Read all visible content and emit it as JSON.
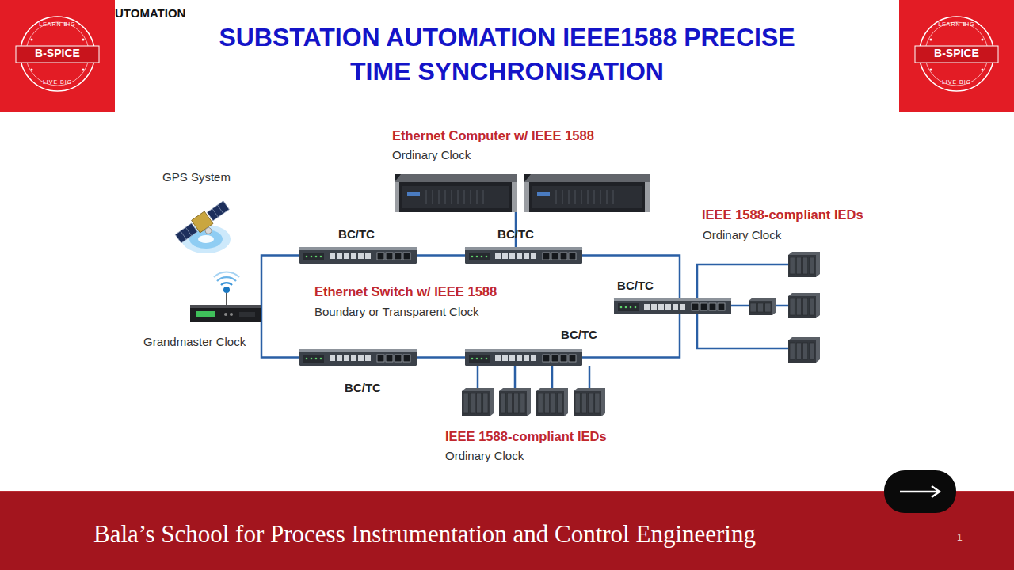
{
  "diagram": {
    "title": "SUBSTATION AUTOMATION IEEE1588 PRECISE TIME SYNCHRONISATION",
    "nodes": [
      {
        "text": [
          "LEARN BIG",
          "B-SPICE",
          "LIVE BIG"
        ]
      },
      {
        "text": [
          "LEARN BIG",
          "B-SPICE",
          "LIVE BIG"
        ]
      },
      {
        "text": [
          "GPS System"
        ]
      },
      {
        "text": [
          "Ethernet Computer w/ IEEE 1588",
          "Ordinary Clock"
        ]
      },
      {
        "text": [
          "BC/TC"
        ]
      },
      {
        "text": [
          "BC/TC"
        ]
      },
      {
        "text": [
          "IEEE 1588-compliant IEDs",
          "Ordinary Clock"
        ]
      },
      {
        "text": [
          "BC/TC"
        ]
      },
      {
        "text": [
          "Grandmaster Clock"
        ]
      },
      {
        "text": [
          "BC/TC"
        ]
      },
      {
        "text": [
          "BC/TC"
        ]
      },
      {
        "text": [
          "IEEE 1588-compliant IEDs",
          "Ordinary Clock"
        ]
      },
      {
        "text": [
          "Bala’s School for Process Instrumentation and Control Engineering",
          "1"
        ]
      }
    ],
    "edges": [
      {
        "from": 8,
        "to": 4,
        "arrow": "none"
      },
      {
        "from": 8,
        "to": 10,
        "arrow": "none"
      },
      {
        "from": 4,
        "to": 5,
        "arrow": "none"
      },
      {
        "from": 5,
        "to": 3,
        "arrow": "none"
      },
      {
        "from": 5,
        "to": 7,
        "arrow": "none"
      },
      {
        "from": 10,
        "to": 9,
        "arrow": "none"
      },
      {
        "from": 9,
        "to": 7,
        "arrow": "none"
      },
      {
        "from": 9,
        "to": 11,
        "arrow": "none"
      },
      {
        "from": 7,
        "to": 6,
        "arrow": "none"
      }
    ],
    "labels": [
      "UTOMATION",
      "Ethernet Switch w/ IEEE 1588",
      "Boundary or Transparent Clock"
    ]
  }
}
